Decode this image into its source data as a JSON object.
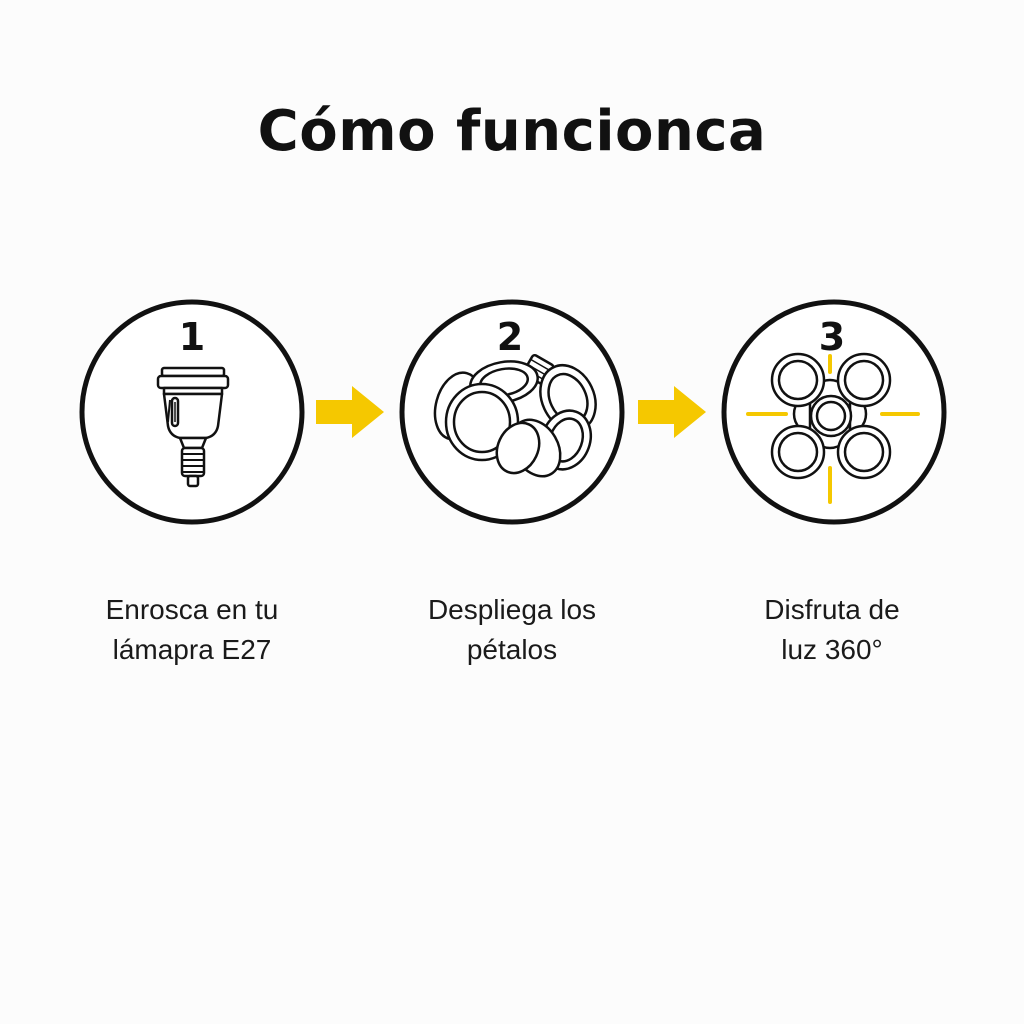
{
  "title": "Cómo funcionca",
  "accent_color": "#f5c800",
  "steps": [
    {
      "number": "1",
      "icon": "e27-bulb-base-icon",
      "caption_line1": "Enrosca en tu",
      "caption_line2": "lámapra E27"
    },
    {
      "number": "2",
      "icon": "folding-petals-bulb-icon",
      "caption_line1": "Despliega los",
      "caption_line2": "pétalos"
    },
    {
      "number": "3",
      "icon": "360-light-petals-icon",
      "caption_line1": "Disfruta de",
      "caption_line2": "luz 360°"
    }
  ],
  "arrows": [
    {
      "icon": "right-arrow-icon",
      "color": "#f5c800"
    },
    {
      "icon": "right-arrow-icon",
      "color": "#f5c800"
    }
  ]
}
